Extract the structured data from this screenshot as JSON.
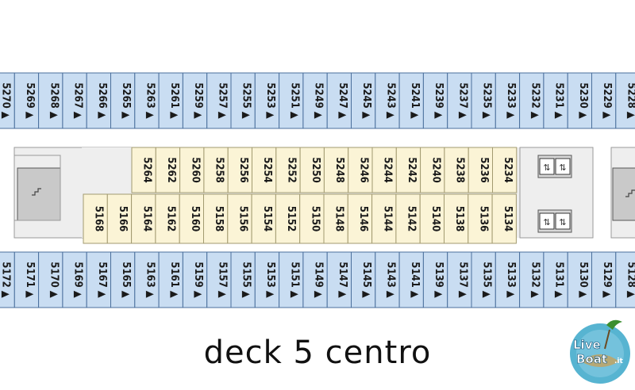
{
  "title": "deck 5 centro",
  "logo": {
    "text_live": "Live",
    "text_boat": "Boat",
    "text_it": ".it"
  },
  "colors": {
    "outer_fill": "#c9ddf2",
    "outer_stroke": "#4a6f9c",
    "inner_fill": "#fbf4d6",
    "inner_stroke": "#a29a70",
    "corridor_fill": "#eeeeee",
    "service_fill": "#c9c9c9",
    "text": "#1a1a1a"
  },
  "icons": [
    "stairs-icon",
    "elevator-icon"
  ],
  "cabins": {
    "top_outer": [
      "5270",
      "5269",
      "5268",
      "5267",
      "5266",
      "5265",
      "5263",
      "5261",
      "5259",
      "5257",
      "5255",
      "5253",
      "5251",
      "5249",
      "5247",
      "5245",
      "5243",
      "5241",
      "5239",
      "5237",
      "5235",
      "5233",
      "5232",
      "5231",
      "5230",
      "5229",
      "5228"
    ],
    "inner_top": [
      "5264",
      "5262",
      "5260",
      "5258",
      "5256",
      "5254",
      "5252",
      "5250",
      "5248",
      "5246",
      "5244",
      "5242",
      "5240",
      "5238",
      "5236",
      "5234"
    ],
    "inner_bottom": [
      "5168",
      "5166",
      "5164",
      "5162",
      "5160",
      "5158",
      "5156",
      "5154",
      "5152",
      "5150",
      "5148",
      "5146",
      "5144",
      "5142",
      "5140",
      "5138",
      "5136",
      "5134"
    ],
    "bottom_outer": [
      "5172",
      "5171",
      "5170",
      "5169",
      "5167",
      "5165",
      "5163",
      "5161",
      "5159",
      "5157",
      "5155",
      "5153",
      "5151",
      "5149",
      "5147",
      "5145",
      "5143",
      "5141",
      "5139",
      "5137",
      "5135",
      "5133",
      "5132",
      "5131",
      "5130",
      "5129",
      "5128"
    ]
  }
}
